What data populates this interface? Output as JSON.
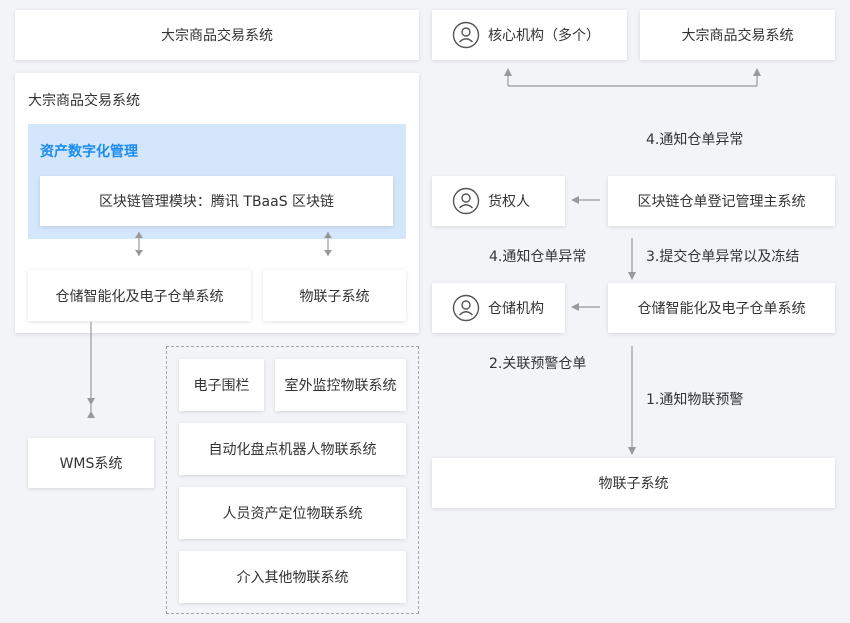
{
  "left": {
    "top_box": "大宗商品交易系统",
    "panel_title": "大宗商品交易系统",
    "asset_title": "资产数字化管理",
    "blockchain_module": "区块链管理模块：腾讯 TBaaS 区块链",
    "warehouse_system": "仓储智能化及电子仓单系统",
    "iot_system": "物联子系统",
    "wms": "WMS系统",
    "iot_items": [
      "电子围栏",
      "室外监控物联系统",
      "自动化盘点机器人物联系统",
      "人员资产定位物联系统",
      "介入其他物联系统"
    ]
  },
  "right": {
    "core": "核心机构（多个）",
    "trade": "大宗商品交易系统",
    "owner": "货权人",
    "registry": "区块链仓单登记管理主系统",
    "storage_org": "仓储机构",
    "warehouse_system": "仓储智能化及电子仓单系统",
    "iot": "物联子系统"
  },
  "labels": {
    "notify_top": "4.通知仓单异常",
    "notify_left": "4.通知仓单异常",
    "submit": "3.提交仓单异常以及冻结",
    "link_warning": "2.关联预警仓单",
    "notify_iot": "1.通知物联预警"
  },
  "colors": {
    "accent": "#1a8cf0",
    "zone": "#d4e6fb",
    "arrow": "#999999"
  },
  "icons": {
    "person": "user-circle-icon"
  }
}
